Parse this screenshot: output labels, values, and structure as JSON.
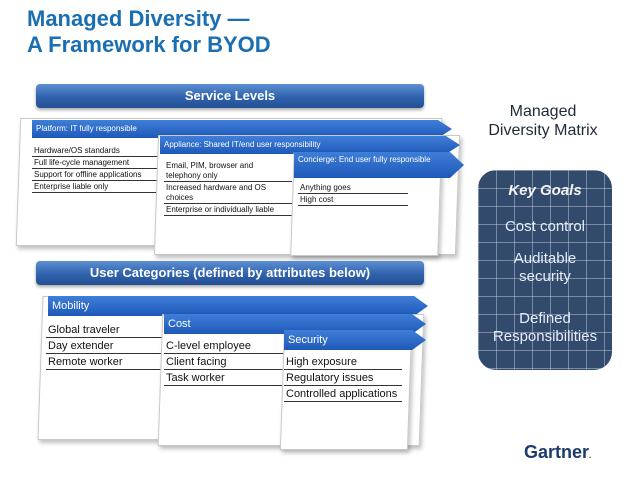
{
  "title": {
    "line1": "Managed Diversity —",
    "line2": "A Framework for BYOD"
  },
  "service_levels": {
    "header": "Service Levels",
    "columns": [
      {
        "label": "Platform: IT fully responsible",
        "items": [
          "Hardware/OS standards",
          "Full life-cycle management",
          "Support for offline applications",
          "Enterprise liable only"
        ]
      },
      {
        "label": "Appliance: Shared IT/end user responsibility",
        "items": [
          "Email, PIM, browser and telephony only",
          "Increased hardware and OS choices",
          "Enterprise or individually liable"
        ]
      },
      {
        "label": "Concierge: End user fully responsible",
        "items": [
          "Anything goes",
          "High cost"
        ]
      }
    ]
  },
  "user_categories": {
    "header": "User Categories (defined by attributes below)",
    "columns": [
      {
        "label": "Mobility",
        "items": [
          "Global traveler",
          "Day extender",
          "Remote worker"
        ]
      },
      {
        "label": "Cost",
        "items": [
          "C-level employee",
          "Client facing",
          "Task worker"
        ]
      },
      {
        "label": "Security",
        "items": [
          "High exposure",
          "Regulatory issues",
          "Controlled applications"
        ]
      }
    ]
  },
  "matrix": {
    "title": "Managed Diversity Matrix",
    "key_goals": "Key Goals",
    "goals": [
      "Cost control",
      "Auditable security",
      "Defined Responsibilities"
    ],
    "colors": {
      "box": "#324a6c",
      "text": "#e6eef8"
    }
  },
  "brand": {
    "logo_text": "Gartner",
    "dot": "."
  }
}
